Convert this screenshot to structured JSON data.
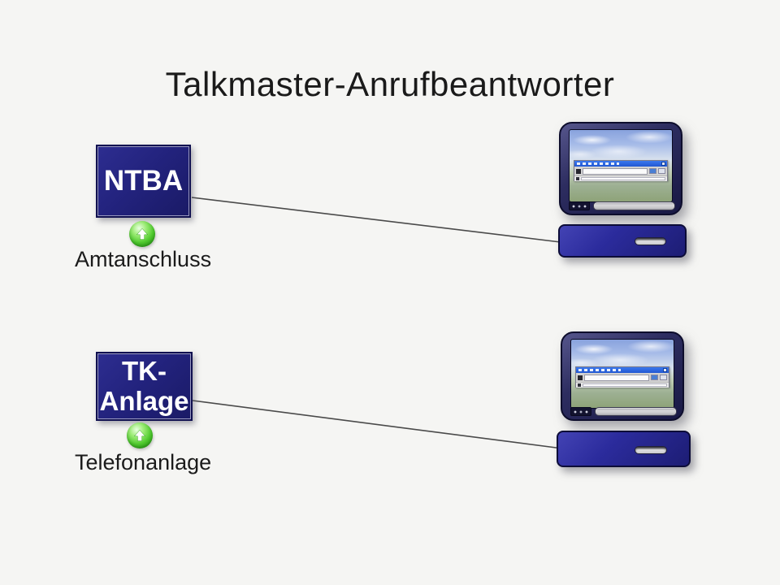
{
  "title": "Talkmaster-Anrufbeantworter",
  "diagram": {
    "nodes": [
      {
        "id": "ntba",
        "label": "NTBA",
        "caption": "Amtanschluss",
        "icon": "green-up-arrow-circle-icon"
      },
      {
        "id": "tk-anlage",
        "label_line1": "TK-",
        "label_line2": "Anlage",
        "caption": "Telefonanlage",
        "icon": "green-up-arrow-circle-icon"
      }
    ],
    "connections": [
      {
        "from": "NTBA",
        "to": "computer-1"
      },
      {
        "from": "TK-Anlage",
        "to": "computer-2"
      }
    ],
    "computers": [
      {
        "id": "computer-1",
        "kind": "desktop-pc-with-monitor-showing-windows-desktop"
      },
      {
        "id": "computer-2",
        "kind": "desktop-pc-with-monitor-showing-windows-desktop"
      }
    ]
  },
  "colors": {
    "background": "#f5f5f3",
    "title_text": "#1a1a1a",
    "node_fill": "#23237e",
    "node_border": "#101050",
    "node_text": "#ffffff",
    "caption_text": "#1b1b1b",
    "connector_line": "#4a4a4a",
    "arrow_green": "#3fae27",
    "monitor_frame": "#2d2d60",
    "base_fill": "#2b2b9c",
    "screen_titlebar_blue": "#2e6de0",
    "speaker_silver": "#c9c9cd"
  }
}
